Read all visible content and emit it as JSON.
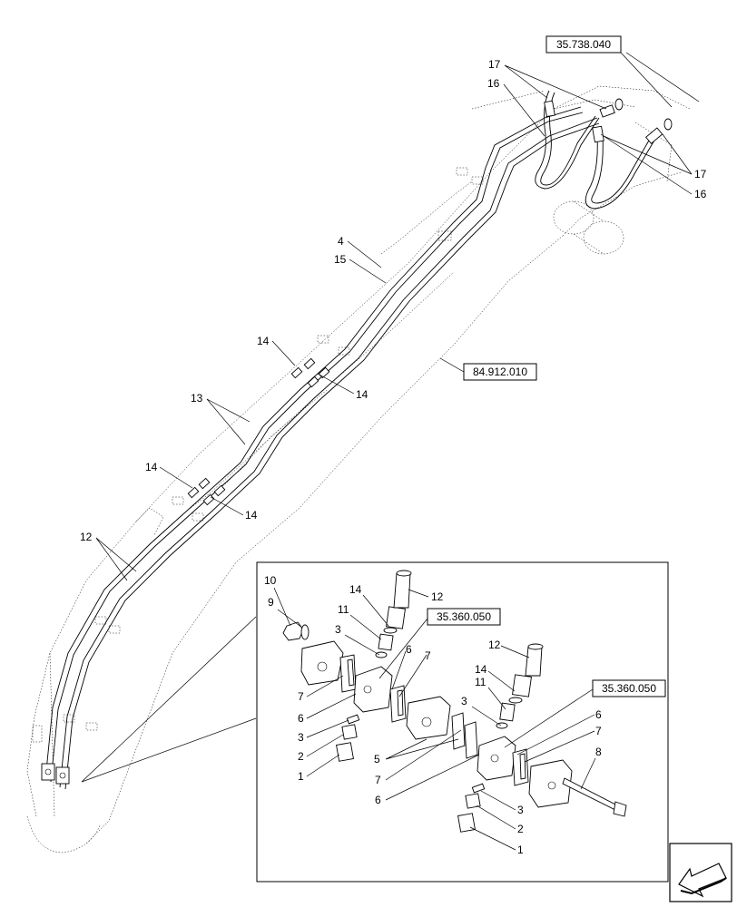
{
  "callouts": {
    "c17a": "17",
    "c16a": "16",
    "c17b": "17",
    "c16b": "16",
    "c4": "4",
    "c15": "15",
    "c14a": "14",
    "c14b": "14",
    "c13": "13",
    "c14c": "14",
    "c14d": "14",
    "c12": "12",
    "d10": "10",
    "d9": "9",
    "d14a": "14",
    "d12a": "12",
    "d11a": "11",
    "d3a": "3",
    "d7a": "7",
    "d6a": "6",
    "d3b": "3",
    "d2a": "2",
    "d1a": "1",
    "d6b": "6",
    "d7b": "7",
    "d5": "5",
    "d7c": "7",
    "d6c": "6",
    "d12b": "12",
    "d14b": "14",
    "d11b": "11",
    "d3c": "3",
    "d6d": "6",
    "d7d": "7",
    "d8": "8",
    "d3d": "3",
    "d2b": "2",
    "d1b": "1"
  },
  "references": {
    "ref_top": "35.738.040",
    "ref_mid": "84.912.010",
    "ref_detail_a": "35.360.050",
    "ref_detail_b": "35.360.050"
  },
  "icons": {
    "nav": "arrow-icon"
  }
}
